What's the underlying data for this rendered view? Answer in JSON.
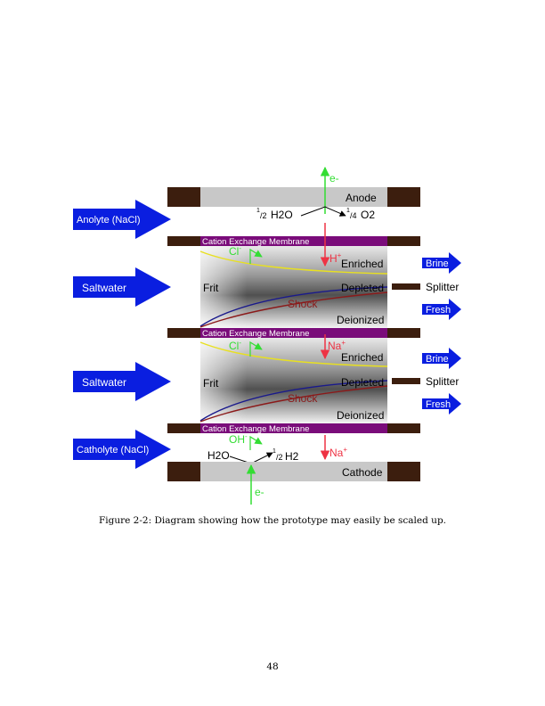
{
  "figure": {
    "anode_label": "Anode",
    "cathode_label": "Cathode",
    "electron_top": "e-",
    "electron_bottom": "e-",
    "anolyte_label": "Anolyte (NaCl)",
    "catholyte_label": "Catholyte (NaCl)",
    "membrane_labels": [
      "Cation Exchange Membrane",
      "Cation Exchange Membrane",
      "Cation Exchange Membrane"
    ],
    "anode_reaction": {
      "reactant_coef": "1",
      "reactant_den": "/2",
      "reactant": "H2O",
      "product_coef": "1",
      "product_den": "/4",
      "product": "O2"
    },
    "cathode_reaction": {
      "reactant": "H2O",
      "product_coef": "1",
      "product_den": "/2",
      "product": "H2"
    },
    "ion_h": "H",
    "ion_na": "Na",
    "ion_cl": "Cl",
    "ion_oh": "OH",
    "cells": [
      {
        "inlet": "Saltwater",
        "frit": "Frit",
        "enriched": "Enriched",
        "depleted": "Depleted",
        "shock": "Shock",
        "deionized": "Deionized",
        "brine": "Brine",
        "splitter": "Splitter",
        "fresh": "Fresh"
      },
      {
        "inlet": "Saltwater",
        "frit": "Frit",
        "enriched": "Enriched",
        "depleted": "Depleted",
        "shock": "Shock",
        "deionized": "Deionized",
        "brine": "Brine",
        "splitter": "Splitter",
        "fresh": "Fresh"
      }
    ],
    "colors": {
      "electrode": "#c8c8c8",
      "electrode_cap": "#3c1e0e",
      "membrane": "#7a0c7a",
      "flow_arrow": "#0a1ee0",
      "electron": "#33dd33",
      "cation": "#ee3344",
      "enriched_curve": "#e8e020",
      "depleted_curve": "#1a1a8c",
      "shock_curve": "#8b1a1a"
    }
  },
  "caption": "Figure 2-2: Diagram showing how the prototype may easily be scaled up.",
  "page_number": "48"
}
